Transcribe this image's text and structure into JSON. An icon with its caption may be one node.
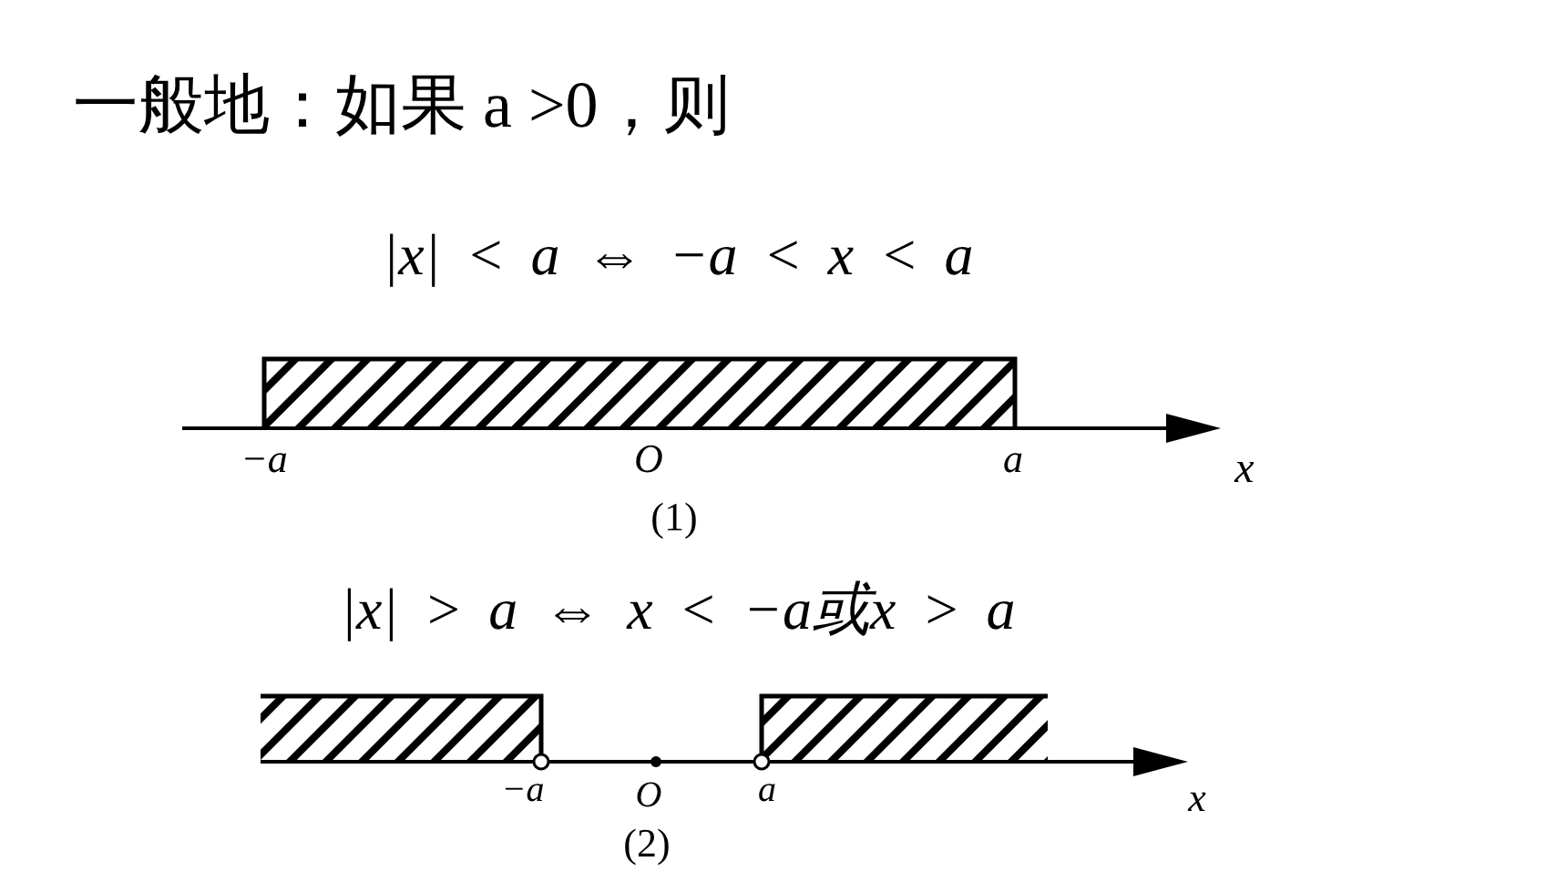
{
  "diagram": {
    "title": "一般地：如果 a >0，则",
    "labels": [
      "|x| < a ⇔ −a < x < a",
      "−a",
      "O",
      "a",
      "x",
      "(1)",
      "|x| > a ⇔ x < −a或x > a",
      "−a",
      "O",
      "a",
      "x",
      "(2)"
    ]
  }
}
